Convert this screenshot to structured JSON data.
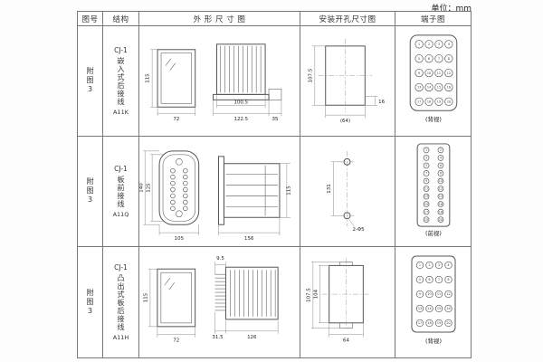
{
  "unit_label": "单位：mm",
  "headers": {
    "figure": "图号",
    "structure": "结构",
    "outline": "外 形 尺 寸 图",
    "mounting": "安装开孔尺寸图",
    "terminal": "端子图"
  },
  "rows": [
    {
      "figure_no": "附图3",
      "structure": {
        "model": "CJ-1",
        "desc": "嵌入式后接线",
        "code": "A11K"
      },
      "dims": {
        "front_h": "115",
        "front_w": "72",
        "side_body": "100.5",
        "side_total": "122.5",
        "side_rear": "35"
      },
      "mounting": {
        "height": "107.5",
        "offset": "16",
        "width": "(64)"
      },
      "terminal": {
        "label": "(背视)",
        "cols": 4,
        "rows": 5
      }
    },
    {
      "figure_no": "附图3",
      "structure": {
        "model": "CJ-1",
        "desc": "板前接线",
        "code": "A11Q"
      },
      "dims": {
        "front_h_outer": "140",
        "front_h_inner": "125",
        "front_w": "105",
        "side_w": "156",
        "side_h": "115"
      },
      "front_holes": {
        "cols": 2,
        "rows": 7
      },
      "mounting": {
        "height": "131",
        "holes": "2-Φ5"
      },
      "terminal": {
        "label": "(前视)",
        "cols": 2,
        "rows": 10
      }
    },
    {
      "figure_no": "附图3",
      "structure": {
        "model": "CJ-1",
        "desc": "凸出式板后接线",
        "code": "A11H"
      },
      "dims": {
        "front_h": "115",
        "front_w": "72",
        "pin_len": "9.5",
        "side_front": "31.5",
        "side_body": "126"
      },
      "mounting": {
        "height_outer": "107.5",
        "height_inner": "104",
        "width": "64"
      },
      "terminal": {
        "label": "(背视)",
        "cols": 4,
        "rows": 5
      }
    }
  ]
}
